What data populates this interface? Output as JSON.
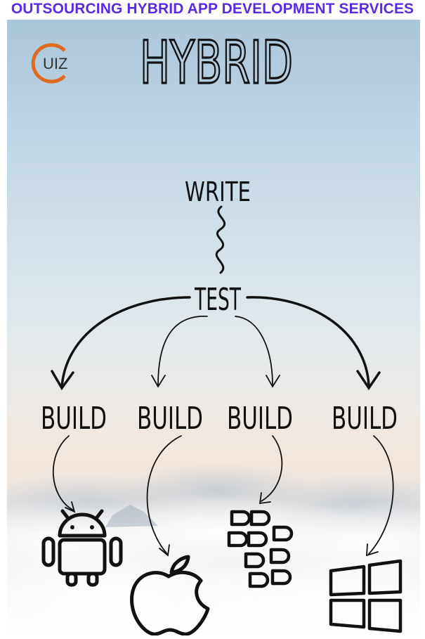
{
  "header": {
    "title": "OUTSOURCING HYBRID APP DEVELOPMENT SERVICES",
    "color": "#5b2be0"
  },
  "logo": {
    "text": "UIZ",
    "accent_color": "#e06a1e"
  },
  "diagram": {
    "title": "HYBRID",
    "nodes": {
      "write": "WRITE",
      "test": "TEST",
      "build_1": "BUILD",
      "build_2": "BUILD",
      "build_3": "BUILD",
      "build_4": "BUILD"
    },
    "platform_icons": [
      "android-icon",
      "apple-icon",
      "blackberry-icon",
      "windows-icon"
    ]
  }
}
